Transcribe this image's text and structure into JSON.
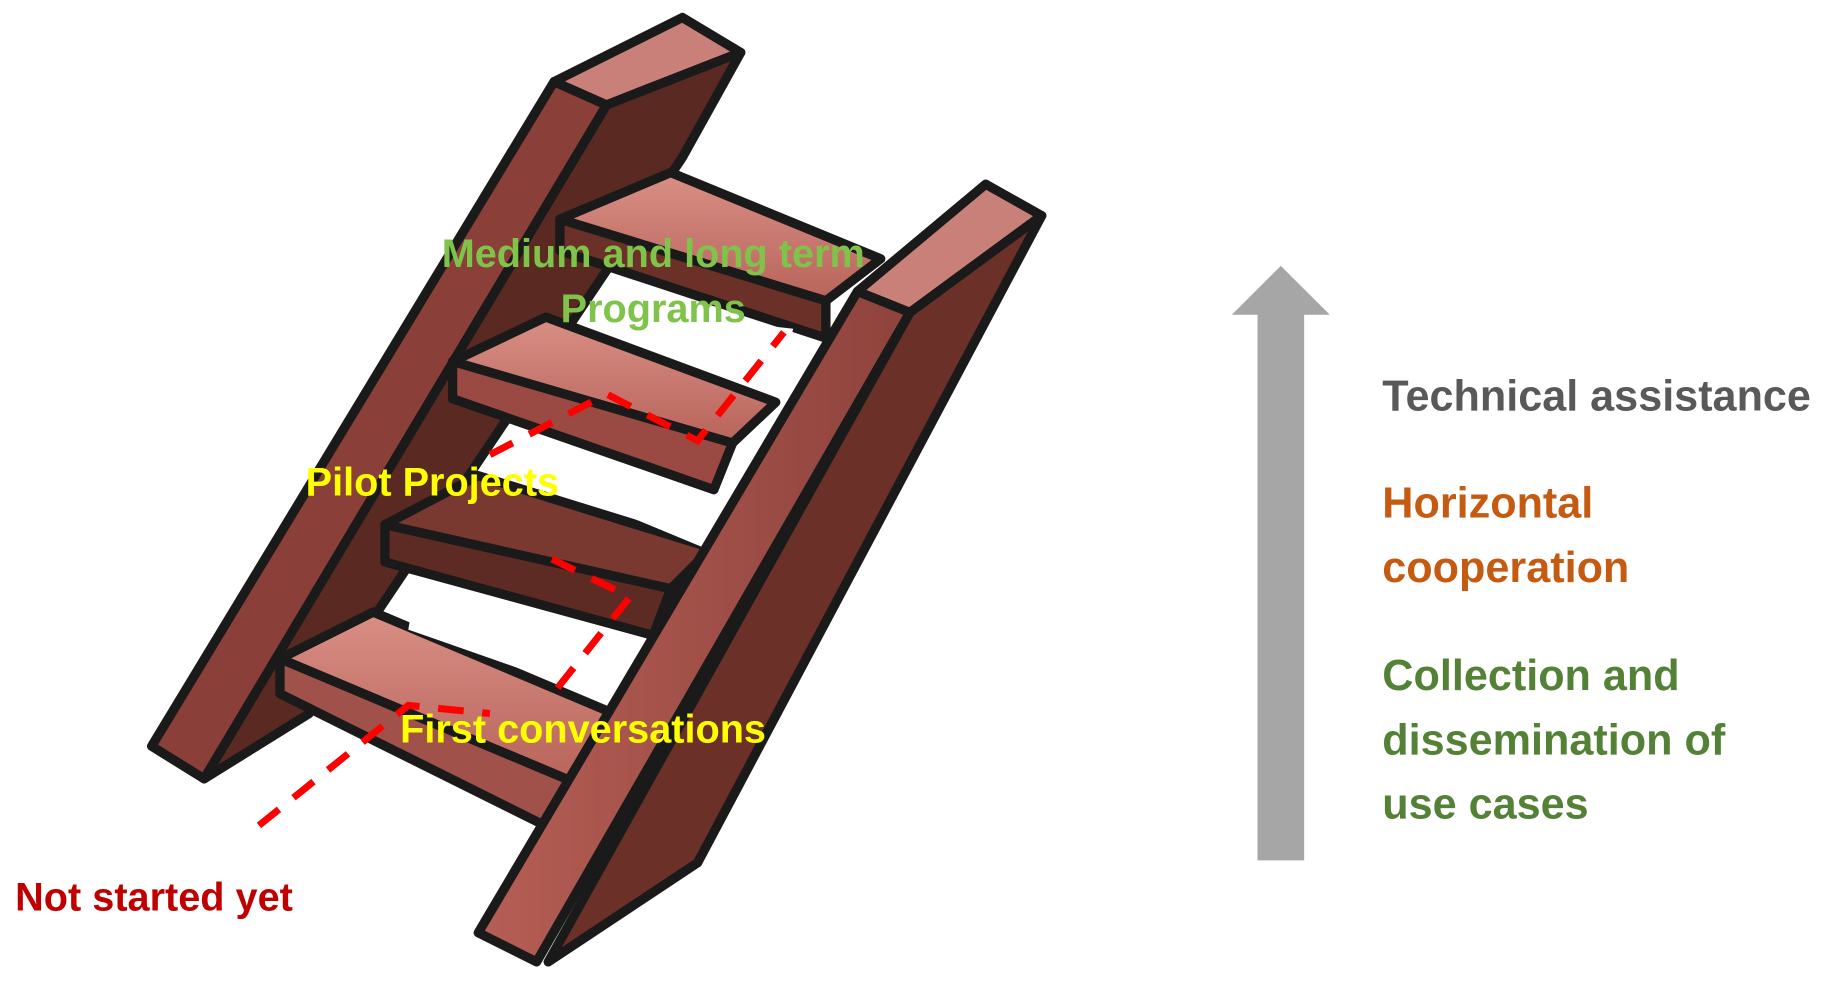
{
  "stair_labels": {
    "top": {
      "line1": "Medium and long term",
      "line2": "Programs",
      "color": "#7fc34a"
    },
    "pilot": {
      "text": "Pilot Projects",
      "color": "#ffff00"
    },
    "first": {
      "text": "First conversations",
      "color": "#ffff00"
    },
    "not_started": {
      "text": "Not started yet",
      "color": "#c00000"
    }
  },
  "side_labels": {
    "technical": {
      "text": "Technical assistance",
      "color": "#595959"
    },
    "horizontal": {
      "line1": "Horizontal",
      "line2": "cooperation",
      "color": "#c55a11"
    },
    "collection": {
      "line1": "Collection and",
      "line2": "dissemination of",
      "line3": "use cases",
      "color": "#538135"
    }
  },
  "arrow": {
    "color": "#a6a6a6",
    "direction": "up"
  },
  "colors": {
    "wood_dark": "#5a2a22",
    "wood_mid": "#a0524a",
    "wood_light": "#c97c70",
    "outline": "#1a1a1a",
    "dashed_path": "#ff0000"
  }
}
